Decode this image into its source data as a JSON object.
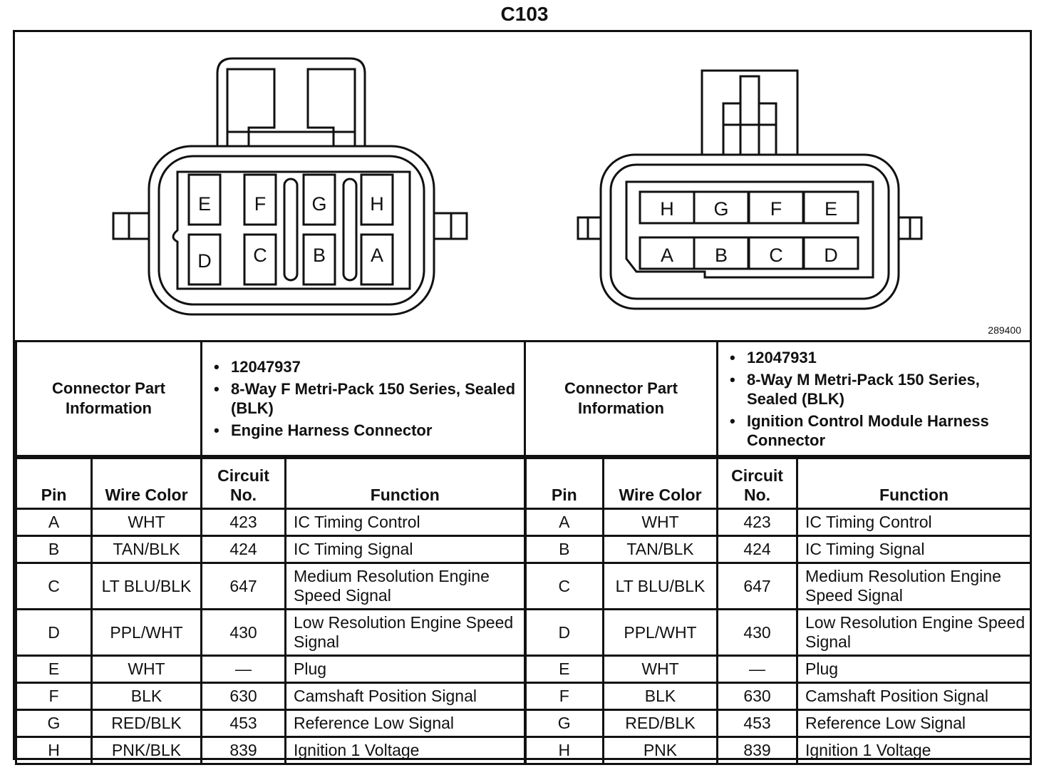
{
  "title": "C103",
  "figure_number": "289400",
  "connectors": [
    {
      "info_label": "Connector Part Information",
      "info_items": [
        "12047937",
        "8-Way F Metri-Pack 150 Series, Sealed (BLK)",
        "Engine Harness Connector"
      ],
      "cavities": [
        "E",
        "F",
        "G",
        "H",
        "D",
        "C",
        "B",
        "A"
      ]
    },
    {
      "info_label": "Connector Part Information",
      "info_items": [
        "12047931",
        "8-Way M Metri-Pack 150 Series, Sealed (BLK)",
        "Ignition Control Module Harness Connector"
      ],
      "cavities": [
        "H",
        "G",
        "F",
        "E",
        "A",
        "B",
        "C",
        "D"
      ]
    }
  ],
  "columns": [
    "Pin",
    "Wire Color",
    "Circuit No.",
    "Function"
  ],
  "left_rows": [
    {
      "pin": "A",
      "wire": "WHT",
      "circuit": "423",
      "function": "IC Timing Control"
    },
    {
      "pin": "B",
      "wire": "TAN/BLK",
      "circuit": "424",
      "function": "IC Timing Signal"
    },
    {
      "pin": "C",
      "wire": "LT BLU/BLK",
      "circuit": "647",
      "function": "Medium Resolution Engine Speed Signal"
    },
    {
      "pin": "D",
      "wire": "PPL/WHT",
      "circuit": "430",
      "function": "Low Resolution Engine Speed Signal"
    },
    {
      "pin": "E",
      "wire": "WHT",
      "circuit": "—",
      "function": "Plug"
    },
    {
      "pin": "F",
      "wire": "BLK",
      "circuit": "630",
      "function": "Camshaft Position Signal"
    },
    {
      "pin": "G",
      "wire": "RED/BLK",
      "circuit": "453",
      "function": "Reference Low Signal"
    },
    {
      "pin": "H",
      "wire": "PNK/BLK",
      "circuit": "839",
      "function": "Ignition 1 Voltage"
    }
  ],
  "right_rows": [
    {
      "pin": "A",
      "wire": "WHT",
      "circuit": "423",
      "function": "IC Timing Control"
    },
    {
      "pin": "B",
      "wire": "TAN/BLK",
      "circuit": "424",
      "function": "IC Timing Signal"
    },
    {
      "pin": "C",
      "wire": "LT BLU/BLK",
      "circuit": "647",
      "function": "Medium Resolution Engine Speed Signal"
    },
    {
      "pin": "D",
      "wire": "PPL/WHT",
      "circuit": "430",
      "function": "Low Resolution Engine Speed Signal"
    },
    {
      "pin": "E",
      "wire": "WHT",
      "circuit": "—",
      "function": "Plug"
    },
    {
      "pin": "F",
      "wire": "BLK",
      "circuit": "630",
      "function": "Camshaft Position Signal"
    },
    {
      "pin": "G",
      "wire": "RED/BLK",
      "circuit": "453",
      "function": "Reference Low Signal"
    },
    {
      "pin": "H",
      "wire": "PNK",
      "circuit": "839",
      "function": "Ignition 1 Voltage"
    }
  ]
}
